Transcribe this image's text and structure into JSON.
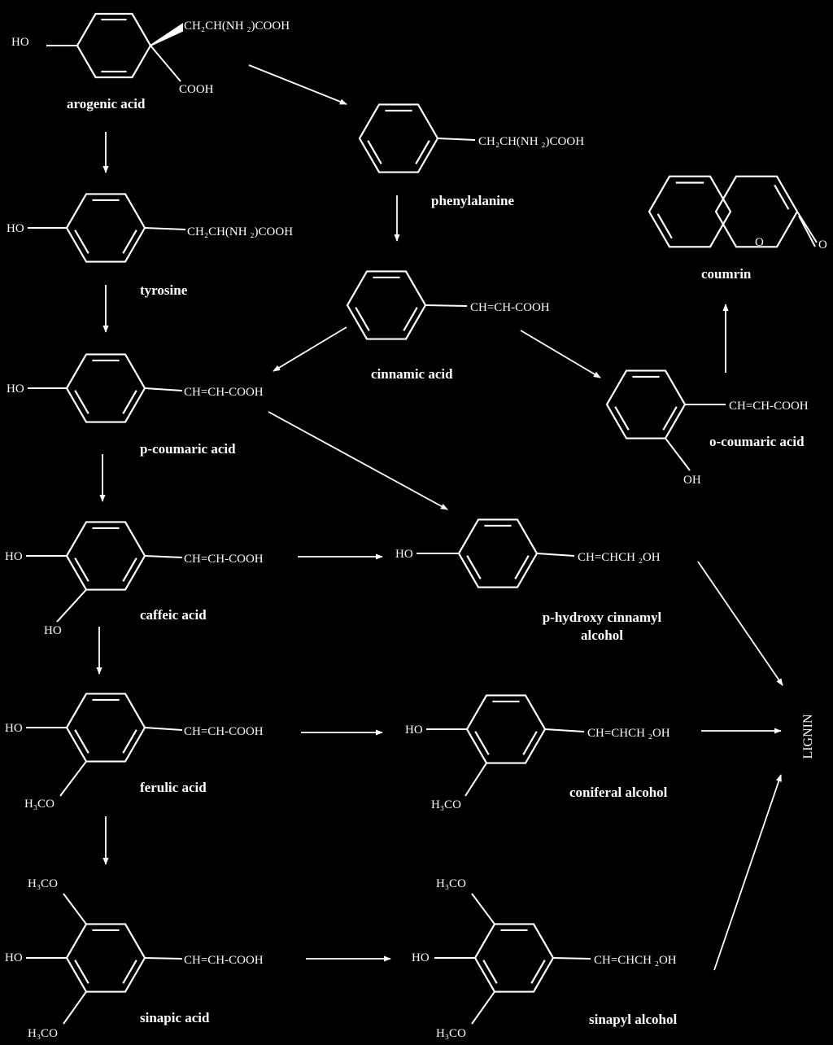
{
  "colors": {
    "background": "#000000",
    "foreground": "#ffffff"
  },
  "compounds": {
    "arogenic": {
      "name": "arogenic acid",
      "ho": "HO",
      "side": "CH₂CH(NH ₂)COOH",
      "cooh": "COOH"
    },
    "phenylalanine": {
      "name": "phenylalanine",
      "side": "CH₂CH(NH ₂)COOH"
    },
    "tyrosine": {
      "name": "tyrosine",
      "ho": "HO",
      "side": "CH₂CH(NH ₂)COOH"
    },
    "cinnamic": {
      "name": "cinnamic acid",
      "side": "CH=CH-COOH"
    },
    "coumarin": {
      "name": "coumrin",
      "o_ring": "O",
      "o_carbonyl": "O"
    },
    "p_coumaric": {
      "name": "p-coumaric acid",
      "ho": "HO",
      "side": "CH=CH-COOH"
    },
    "o_coumaric": {
      "name": "o-coumaric acid",
      "side": "CH=CH-COOH",
      "oh": "OH"
    },
    "caffeic": {
      "name": "caffeic acid",
      "ho": "HO",
      "ho2": "HO",
      "side": "CH=CH-COOH"
    },
    "p_hydroxy_cinnamyl": {
      "name_line1": "p-hydroxy cinnamyl",
      "name_line2": "alcohol",
      "ho": "HO",
      "side": "CH=CHCH ₂OH"
    },
    "ferulic": {
      "name": "ferulic acid",
      "ho": "HO",
      "h3co": "H₃CO",
      "side": "CH=CH-COOH"
    },
    "coniferal": {
      "name": "coniferal alcohol",
      "ho": "HO",
      "h3co": "H₃CO",
      "side": "CH=CHCH ₂OH"
    },
    "sinapic": {
      "name": "sinapic acid",
      "ho": "HO",
      "h3co_top": "H₃CO",
      "h3co_bottom": "H₃CO",
      "side": "CH=CH-COOH"
    },
    "sinapyl": {
      "name": "sinapyl alcohol",
      "ho": "HO",
      "h3co_top": "H₃CO",
      "h3co_bottom": "H₃CO",
      "side": "CH=CHCH ₂OH"
    }
  },
  "product": "LIGNIN",
  "arrows": [
    {
      "from": "arogenic acid",
      "to": "phenylalanine"
    },
    {
      "from": "arogenic acid",
      "to": "tyrosine"
    },
    {
      "from": "phenylalanine",
      "to": "cinnamic acid"
    },
    {
      "from": "tyrosine",
      "to": "p-coumaric acid"
    },
    {
      "from": "cinnamic acid",
      "to": "p-coumaric acid"
    },
    {
      "from": "cinnamic acid",
      "to": "o-coumaric acid"
    },
    {
      "from": "o-coumaric acid",
      "to": "coumrin"
    },
    {
      "from": "p-coumaric acid",
      "to": "caffeic acid"
    },
    {
      "from": "p-coumaric acid",
      "to": "p-hydroxy cinnamyl alcohol"
    },
    {
      "from": "caffeic acid",
      "to": "p-hydroxy cinnamyl alcohol"
    },
    {
      "from": "caffeic acid",
      "to": "ferulic acid"
    },
    {
      "from": "ferulic acid",
      "to": "coniferal alcohol"
    },
    {
      "from": "ferulic acid",
      "to": "sinapic acid"
    },
    {
      "from": "sinapic acid",
      "to": "sinapyl alcohol"
    },
    {
      "from": "p-hydroxy cinnamyl alcohol",
      "to": "LIGNIN"
    },
    {
      "from": "coniferal alcohol",
      "to": "LIGNIN"
    },
    {
      "from": "sinapyl alcohol",
      "to": "LIGNIN"
    }
  ]
}
